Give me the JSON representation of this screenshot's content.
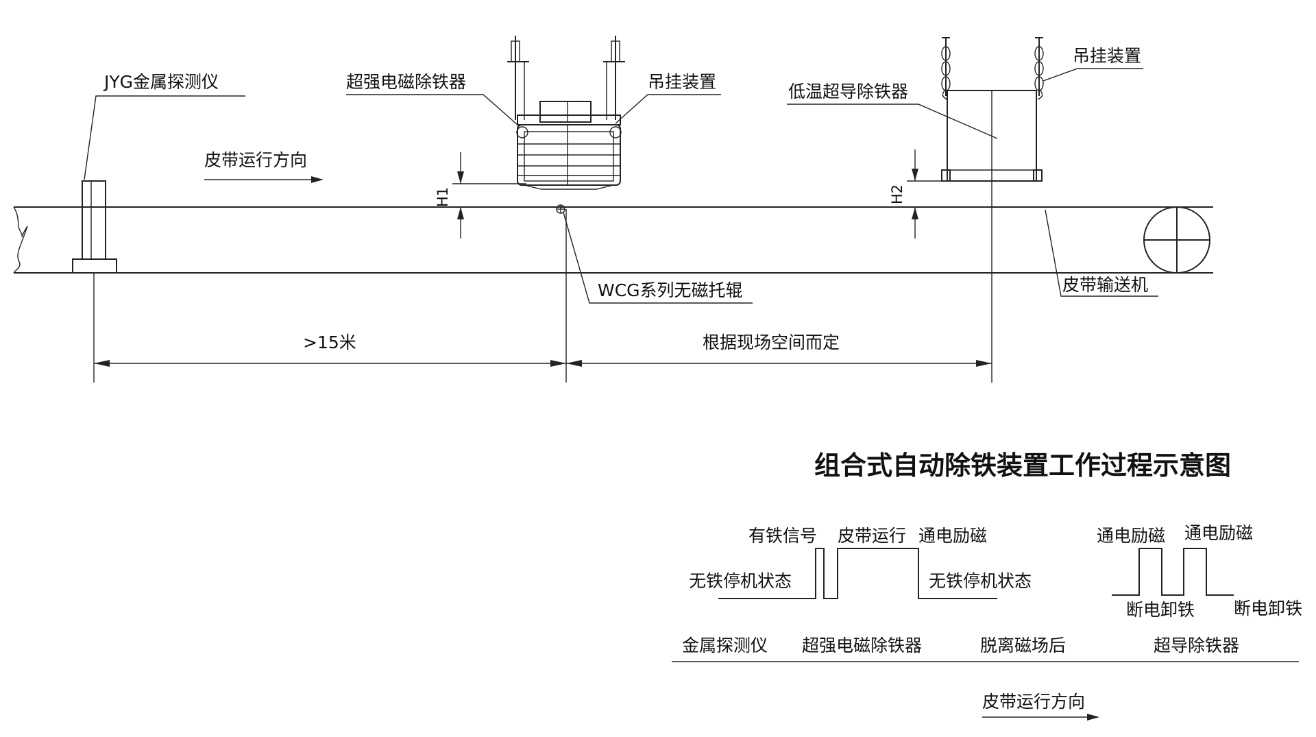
{
  "diagram": {
    "title": "组合式自动除铁装置工作过程示意图",
    "labels": {
      "metal_detector": "JYG金属探测仪",
      "electromagnetic_separator": "超强电磁除铁器",
      "hanging_device_1": "吊挂装置",
      "hanging_device_2": "吊挂装置",
      "superconducting_separator": "低温超导除铁器",
      "belt_direction_top": "皮带运行方向",
      "h1": "H1",
      "h2": "H2",
      "idler": "WCG系列无磁托辊",
      "conveyor": "皮带输送机",
      "distance_left": ">15米",
      "distance_right": "根据现场空间而定"
    }
  },
  "timing": {
    "iron_signal": "有铁信号",
    "belt_running": "皮带运行",
    "energize_1": "通电励磁",
    "no_iron_stop_left": "无铁停机状态",
    "no_iron_stop_right": "无铁停机状态",
    "energize_2": "通电励磁",
    "energize_3": "通电励磁",
    "power_off_1": "断电卸铁",
    "power_off_2": "断电卸铁",
    "stage_detector": "金属探测仪",
    "stage_em": "超强电磁除铁器",
    "stage_leave": "脱离磁场后",
    "stage_sc": "超导除铁器",
    "belt_direction_bottom": "皮带运行方向"
  }
}
